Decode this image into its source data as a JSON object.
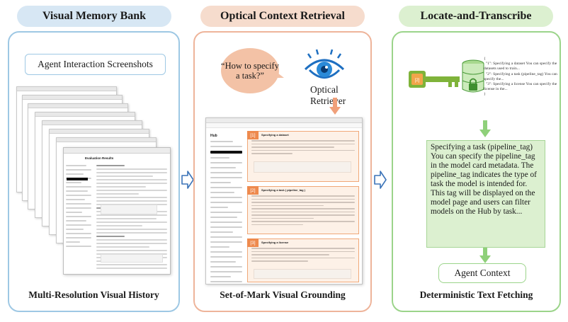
{
  "columns": {
    "memory": {
      "header": "Visual Memory Bank",
      "box_label": "Agent Interaction Screenshots",
      "front_screenshot_title": "Evaluation Results",
      "caption": "Multi-Resolution Visual History"
    },
    "retrieval": {
      "header": "Optical Context Retrieval",
      "query": "“How to specify a task?”",
      "retriever_label": "Optical Retriever",
      "browser_title": "Hub",
      "marks": [
        {
          "label": "[1]",
          "title": "Specifying a dataset"
        },
        {
          "label": "[2]",
          "title": "Specifying a task ( pipeline_tag )"
        },
        {
          "label": "[3]",
          "title": "Specifying a license"
        }
      ],
      "caption": "Set-of-Mark Visual Grounding"
    },
    "transcribe": {
      "header": "Locate-and-Transcribe",
      "key_label": "[2]",
      "json_preview": "{\n  \"1\": Specifying a dataset You can specify the datasets used to train...\n  \"2\": Specifying a task (pipeline_tag) You can specify the...\n  \"3\": Specifying a license You can specify the license in the...\n}",
      "transcribed_text": "Specifying a task (pipeline_tag) You can specify the pipeline_tag in the model card metadata. The pipeline_tag indicates the type of task the model is intended for. This tag will be displayed on the model page and users can filter models on the Hub by task...",
      "context_label": "Agent Context",
      "caption": "Deterministic Text Fetching"
    }
  },
  "colors": {
    "blue_header": "#d7e7f4",
    "blue_border": "#9ec8e4",
    "orange_header": "#f6dccd",
    "orange_border": "#eeb49a",
    "orange_accent": "#ee8a4e",
    "green_header": "#dcf0d0",
    "green_border": "#9bd48a",
    "green_arrow": "#8fd07a"
  },
  "icons": [
    "chevron-right-arrow-icon",
    "eye-icon",
    "key-icon",
    "database-lock-icon",
    "down-arrow-icon"
  ]
}
